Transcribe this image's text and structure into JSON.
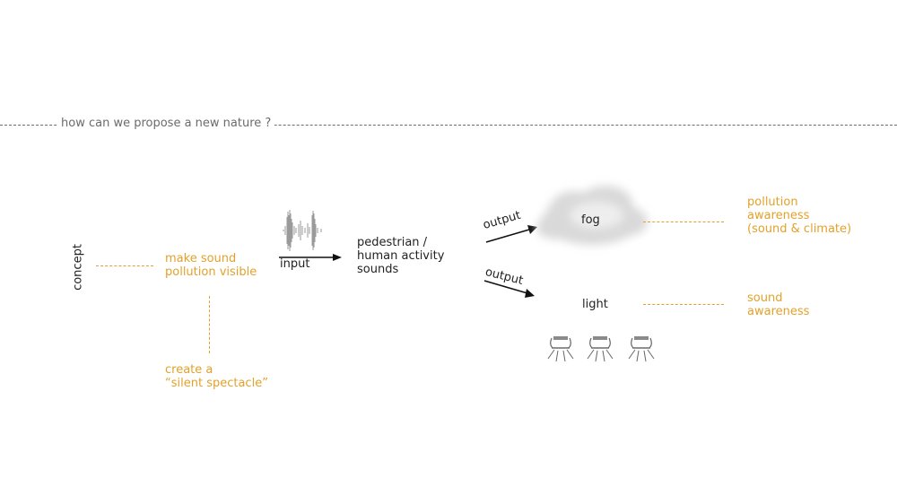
{
  "header": {
    "question": "how can we propose a new nature ?"
  },
  "concept": {
    "label": "concept",
    "main": "make sound\npollution visible",
    "sub": "create a\n“silent spectacle”"
  },
  "flow": {
    "input_label": "input",
    "source": "pedestrian /\nhuman activity\nsounds",
    "outputs": [
      {
        "arrow_label": "output",
        "element": "fog",
        "result": "pollution\nawareness\n(sound & climate)"
      },
      {
        "arrow_label": "output",
        "element": "light",
        "result": "sound\nawareness"
      }
    ]
  },
  "icons": [
    "sound-wave-icon",
    "cloud-icon",
    "spotlight-icon"
  ],
  "colors": {
    "accent": "#e3a12a",
    "text": "#222222",
    "muted": "#6b6b6b"
  }
}
